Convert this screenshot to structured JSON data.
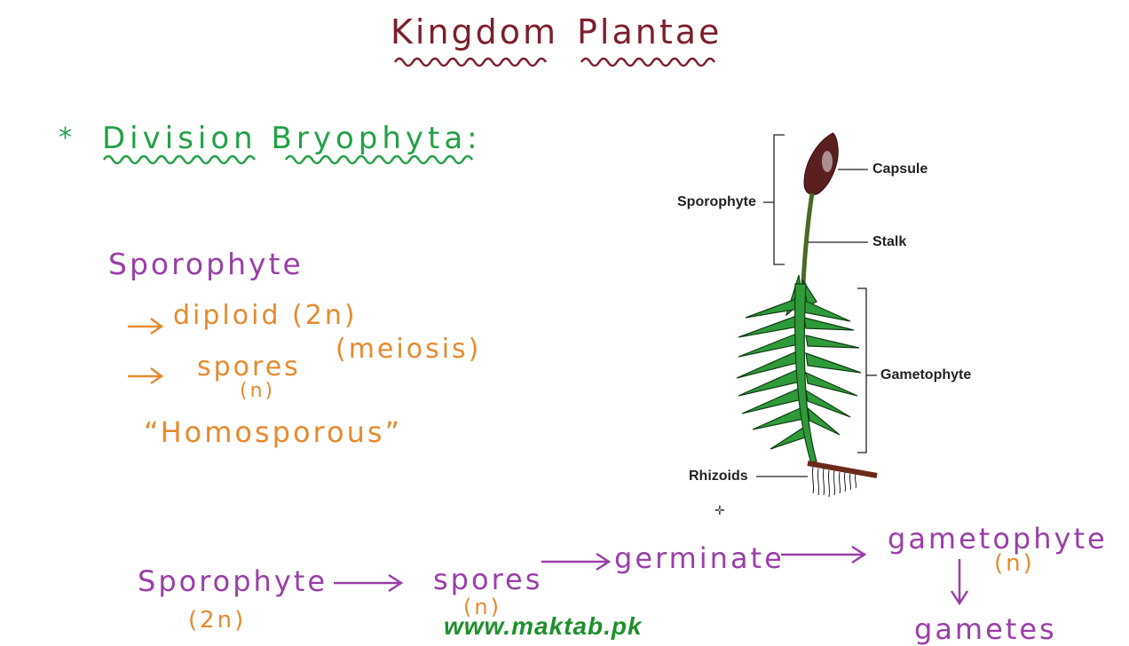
{
  "title": {
    "word1": "Kingdom",
    "word2": "Plantae"
  },
  "heading": {
    "star": "*",
    "text": "Division Bryophyta:"
  },
  "notes": {
    "sporophyte": "Sporophyte",
    "line1": "diploid (2n)",
    "line2_word": "spores",
    "line2_n": "(n)",
    "line2_rest": "(meiosis)",
    "line3": "“Homosporous”"
  },
  "diagram": {
    "capsule": "Capsule",
    "sporophyte": "Sporophyte",
    "stalk": "Stalk",
    "gametophyte": "Gametophyte",
    "rhizoids": "Rhizoids"
  },
  "cycle": {
    "sporophyte": "Sporophyte",
    "sporophyte_ploidy": "(2n)",
    "spores": "spores",
    "spores_ploidy": "(n)",
    "germinate": "germinate",
    "gametophyte": "gametophyte",
    "gametophyte_ploidy": "(n)",
    "gametes": "gametes"
  },
  "watermark": "www.maktab.pk",
  "colors": {
    "title": "#7d1f2c",
    "heading": "#22a046",
    "purple": "#9a3ea8",
    "orange": "#e68a2e",
    "leaf": "#2f9a3a"
  }
}
